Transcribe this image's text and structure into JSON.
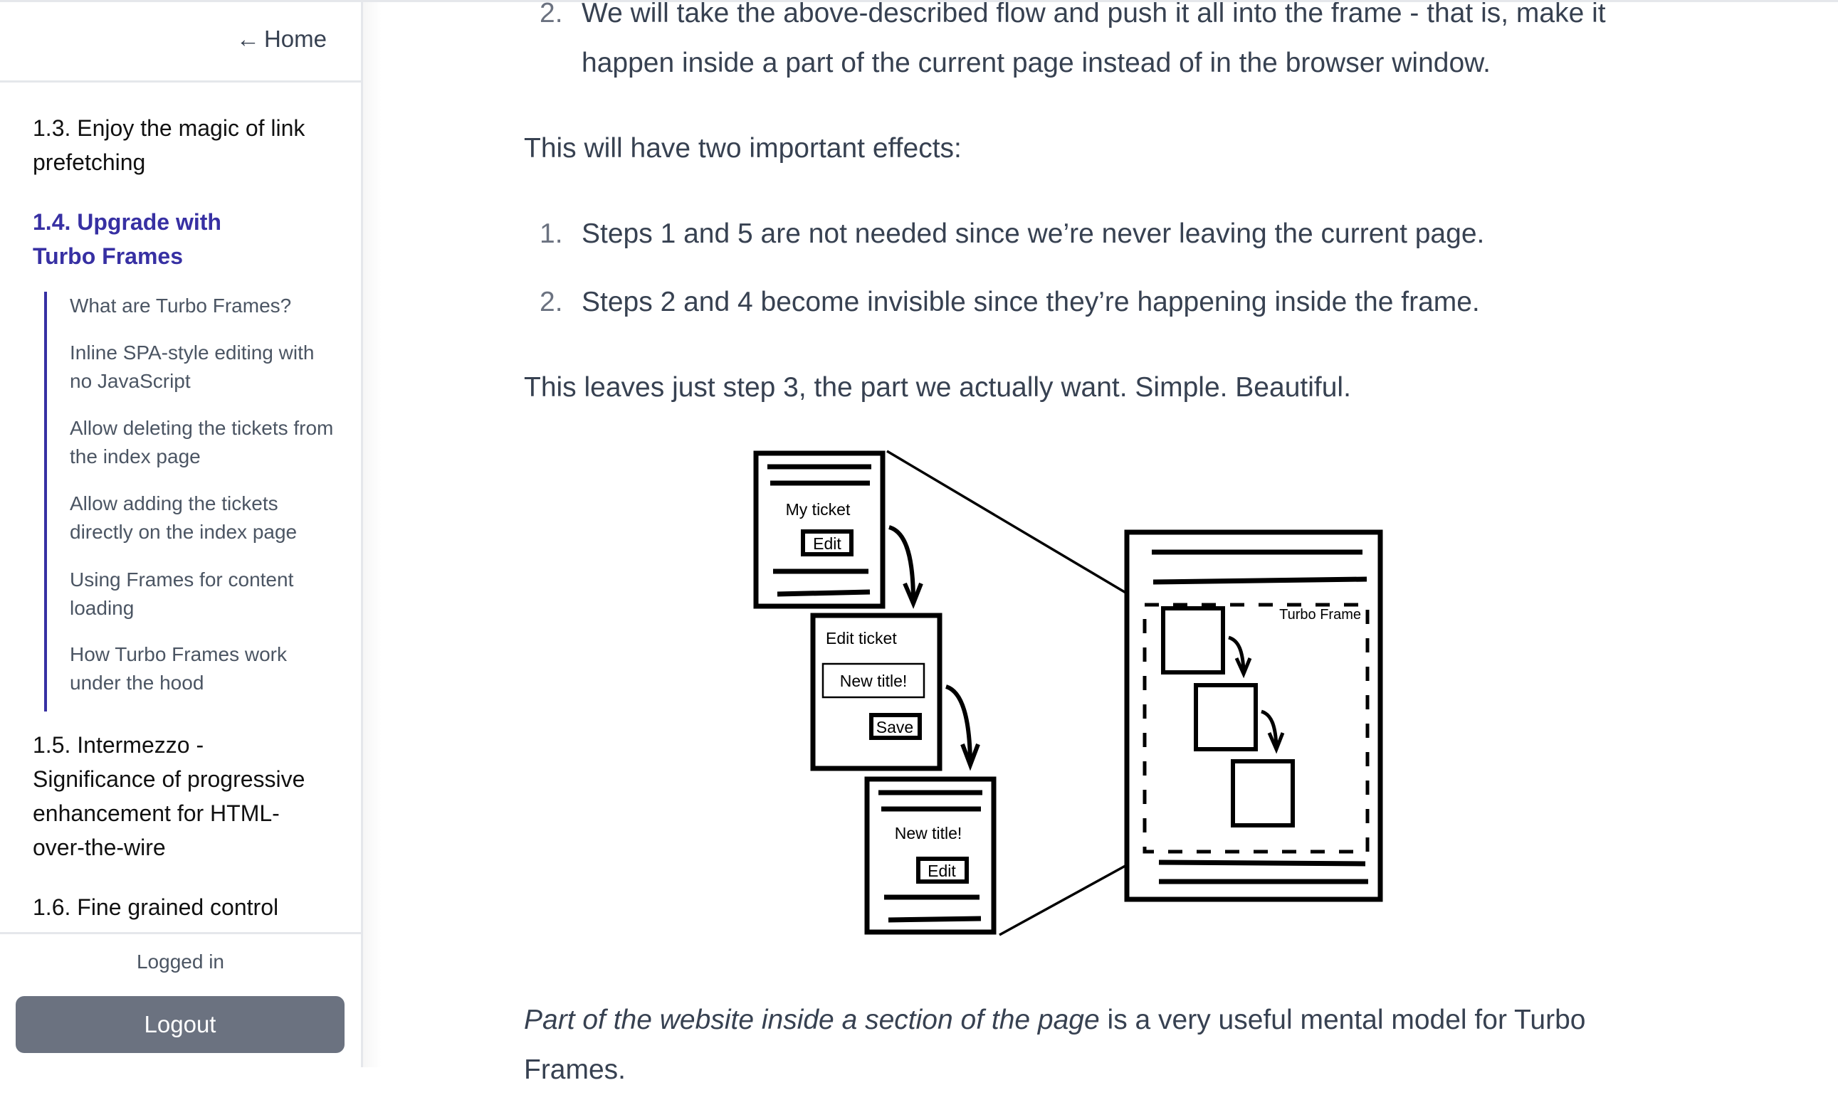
{
  "sidebar": {
    "home_label": "Home",
    "home_icon": "arrow-left-icon",
    "toc": [
      {
        "label": "1.3. Enjoy the magic of link prefetching",
        "active": false
      },
      {
        "label": "1.4. Upgrade with Turbo Frames",
        "active": true
      },
      {
        "label": "1.5. Intermezzo - Significance of progressive enhancement for HTML-over-the-wire",
        "active": false
      },
      {
        "label": "1.6. Fine grained control",
        "active": false
      }
    ],
    "subsections": [
      "What are Turbo Frames?",
      "Inline SPA-style editing with no JavaScript",
      "Allow deleting the tickets from the index page",
      "Allow adding the tickets directly on the index page",
      "Using Frames for content loading",
      "How Turbo Frames work under the hood"
    ],
    "status": "Logged in",
    "logout_label": "Logout"
  },
  "content": {
    "list1_item2_number": "2.",
    "list1_item2_line1": "We will take the above-described flow and push it all into the frame - that is, make it",
    "list1_item2_line2": "happen inside a part of the current page instead of in the browser window.",
    "effects_intro": "This will have two important effects:",
    "effects": [
      {
        "number": "1.",
        "text": "Steps 1 and 5 are not needed since we’re never leaving the current page."
      },
      {
        "number": "2.",
        "text": "Steps 2 and 4 become invisible since they’re happening inside the frame."
      }
    ],
    "conclusion": "This leaves just step 3, the part we actually want. Simple. Beautiful.",
    "closing_italic": "Part of the website inside a section of the page",
    "closing_rest": " is a very useful mental model for Turbo",
    "closing_line2": "Frames."
  },
  "diagram": {
    "page1_title": "My ticket",
    "page1_button": "Edit",
    "page2_title": "Edit ticket",
    "page2_input_value": "New title!",
    "page2_button": "Save",
    "page3_title": "New title!",
    "page3_button": "Edit",
    "frame_label": "Turbo Frame"
  },
  "colors": {
    "accent": "#3730a3",
    "text": "#374151",
    "muted": "#6b7280",
    "border": "#e5e7eb",
    "button_bg": "#6b7280"
  }
}
